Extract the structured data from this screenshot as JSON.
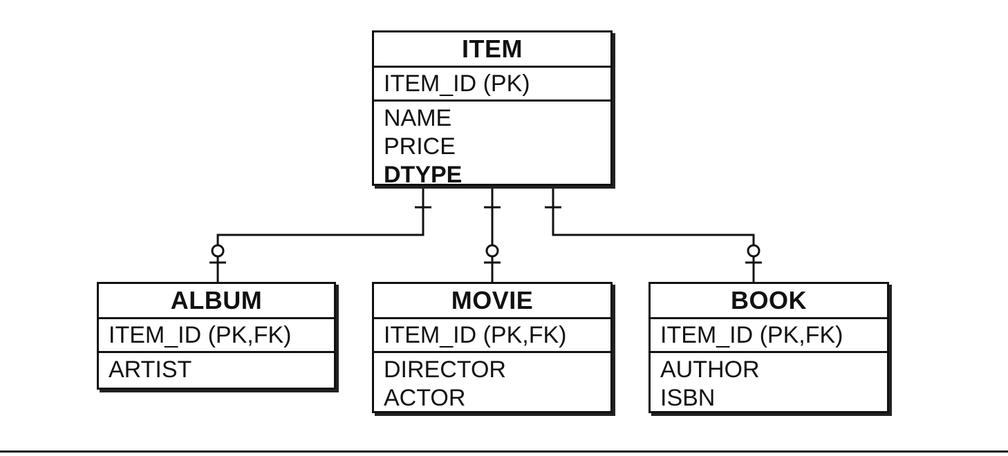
{
  "diagram": {
    "entities": [
      {
        "id": "item",
        "name": "ITEM",
        "key": "ITEM_ID (PK)",
        "attributes": [
          {
            "text": "NAME",
            "emphasis": false
          },
          {
            "text": "PRICE",
            "emphasis": false
          },
          {
            "text": "DTYPE",
            "emphasis": true
          }
        ]
      },
      {
        "id": "album",
        "name": "ALBUM",
        "key": "ITEM_ID (PK,FK)",
        "attributes": [
          {
            "text": "ARTIST",
            "emphasis": false
          }
        ]
      },
      {
        "id": "movie",
        "name": "MOVIE",
        "key": "ITEM_ID (PK,FK)",
        "attributes": [
          {
            "text": "DIRECTOR",
            "emphasis": false
          },
          {
            "text": "ACTOR",
            "emphasis": false
          }
        ]
      },
      {
        "id": "book",
        "name": "BOOK",
        "key": "ITEM_ID (PK,FK)",
        "attributes": [
          {
            "text": "AUTHOR",
            "emphasis": false
          },
          {
            "text": "ISBN",
            "emphasis": false
          }
        ]
      }
    ],
    "relationships": [
      {
        "from": "item",
        "to": "album",
        "parent_cardinality": "exactly-one",
        "child_cardinality": "zero-or-one"
      },
      {
        "from": "item",
        "to": "movie",
        "parent_cardinality": "exactly-one",
        "child_cardinality": "zero-or-one"
      },
      {
        "from": "item",
        "to": "book",
        "parent_cardinality": "exactly-one",
        "child_cardinality": "zero-or-one"
      }
    ],
    "colors": {
      "line": "#111111",
      "background": "#ffffff",
      "shadow": "#222222"
    }
  }
}
